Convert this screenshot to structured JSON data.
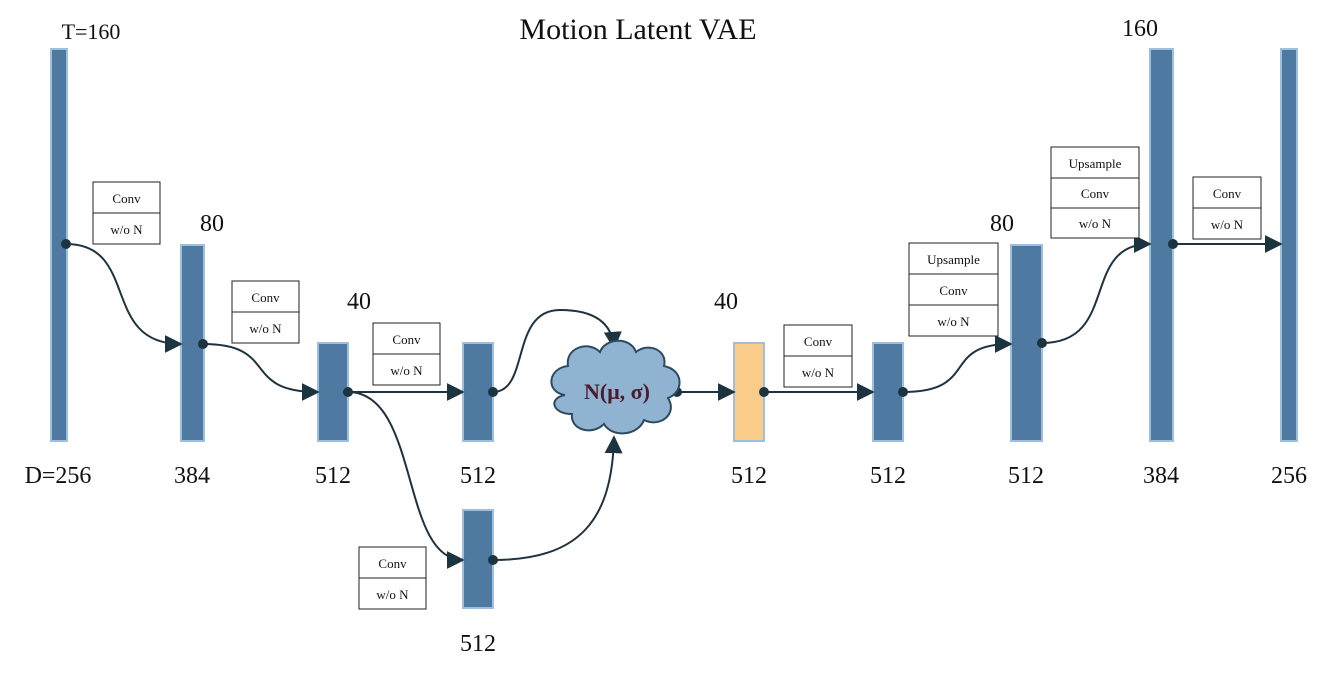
{
  "title": "Motion Latent VAE",
  "colors": {
    "block": "#4e7aa1",
    "block_edge": "#9fc0dc",
    "latent": "#f9cc8a",
    "cloud": "#8fb3d1",
    "cloud_edge": "#2e4a5f",
    "arrow": "#1e3340"
  },
  "blocks": [
    {
      "id": "b0",
      "top_label": "T=160",
      "bottom_label": "D=256"
    },
    {
      "id": "b1",
      "top_label": "80",
      "bottom_label": "384"
    },
    {
      "id": "b2",
      "top_label": "40",
      "bottom_label": "512"
    },
    {
      "id": "b3",
      "top_label": "",
      "bottom_label": "512"
    },
    {
      "id": "b4",
      "top_label": "",
      "bottom_label": "512"
    },
    {
      "id": "b5",
      "top_label": "40",
      "bottom_label": "512",
      "latent": true
    },
    {
      "id": "b6",
      "top_label": "",
      "bottom_label": "512"
    },
    {
      "id": "b7",
      "top_label": "80",
      "bottom_label": "512"
    },
    {
      "id": "b8",
      "top_label": "160",
      "bottom_label": "384"
    },
    {
      "id": "b9",
      "top_label": "",
      "bottom_label": "256"
    }
  ],
  "op_boxes": [
    {
      "id": "op0",
      "lines": [
        "Conv",
        "w/o N"
      ]
    },
    {
      "id": "op1",
      "lines": [
        "Conv",
        "w/o N"
      ]
    },
    {
      "id": "op2",
      "lines": [
        "Conv",
        "w/o N"
      ]
    },
    {
      "id": "op3",
      "lines": [
        "Conv",
        "w/o N"
      ]
    },
    {
      "id": "op4",
      "lines": [
        "Conv",
        "w/o N"
      ]
    },
    {
      "id": "op5",
      "lines": [
        "Upsample",
        "Conv",
        "w/o N"
      ]
    },
    {
      "id": "op6",
      "lines": [
        "Upsample",
        "Conv",
        "w/o N"
      ]
    },
    {
      "id": "op7",
      "lines": [
        "Conv",
        "w/o N"
      ]
    }
  ],
  "distribution_label": "N(μ, σ)"
}
